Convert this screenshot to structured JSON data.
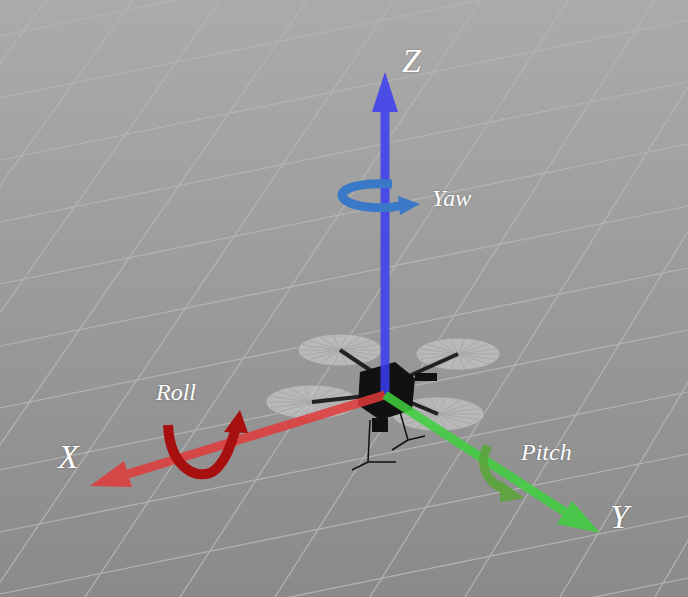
{
  "diagram": {
    "labels": [
      "Z",
      "Yaw",
      "Roll",
      "X",
      "Pitch",
      "Y"
    ]
  }
}
